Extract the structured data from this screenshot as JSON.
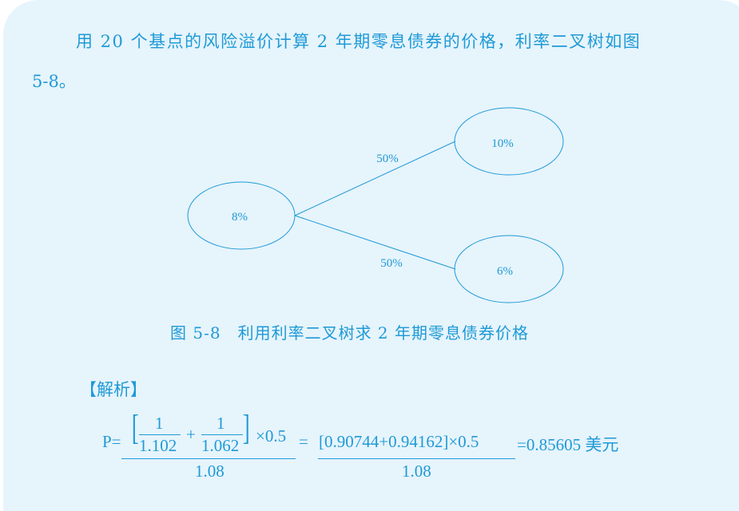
{
  "intro": {
    "line1": "用 20 个基点的风险溢价计算 2 年期零息债券的价格，利率二叉树如图",
    "line2": "5-8。"
  },
  "tree": {
    "root": "8%",
    "up": "10%",
    "down": "6%",
    "prob_up": "50%",
    "prob_down": "50%"
  },
  "caption": "图 5-8　利用利率二叉树求 2 年期零息债券价格",
  "section_title": "【解析】",
  "formula": {
    "lhs": "P=",
    "num1": "1",
    "den1": "1.102",
    "plus": "+",
    "num2": "1",
    "den2": "1.062",
    "lbracket": "[",
    "rbracket": "]",
    "times": "×0.5",
    "denominator": "1.08",
    "eq": "=",
    "mid_numerator": "[0.90744+0.94162]×0.5",
    "mid_denominator": "1.08",
    "result": "=0.85605 美元"
  },
  "colors": {
    "text": "#1e9ad6",
    "background": "#e6f4fc"
  }
}
